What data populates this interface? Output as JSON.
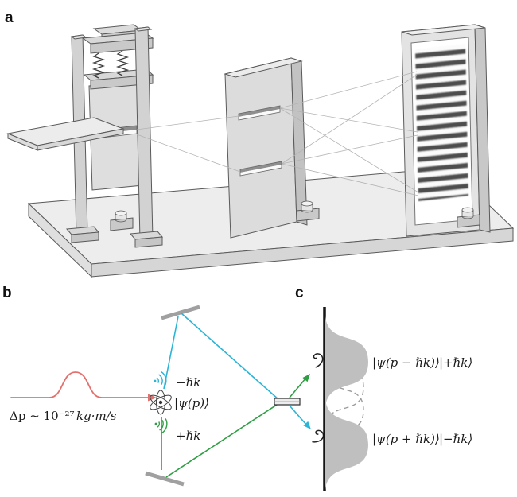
{
  "colors": {
    "cyan": "#2ab5d6",
    "green": "#2f9e44",
    "red": "#e4706e",
    "solid_gaussian_gray": "#bfbfbf",
    "dashed_gray": "#9c9c9c",
    "metal_gray": "#d9d9d9"
  },
  "panel_a": {
    "label": "a"
  },
  "panel_b": {
    "label": "b",
    "momentum_value": "Δp ~ 10⁻²⁷",
    "momentum_units": "kg·m/s",
    "atom_state": "|ψ(p)⟩",
    "photon_up": "−ℏk",
    "photon_down": "+ℏk"
  },
  "panel_c": {
    "label": "c",
    "upper_state": "|ψ(p − ℏk)⟩",
    "upper_photon": "|+ℏk⟩",
    "lower_state": "|ψ(p + ℏk)⟩",
    "lower_photon": "|−ℏk⟩"
  }
}
